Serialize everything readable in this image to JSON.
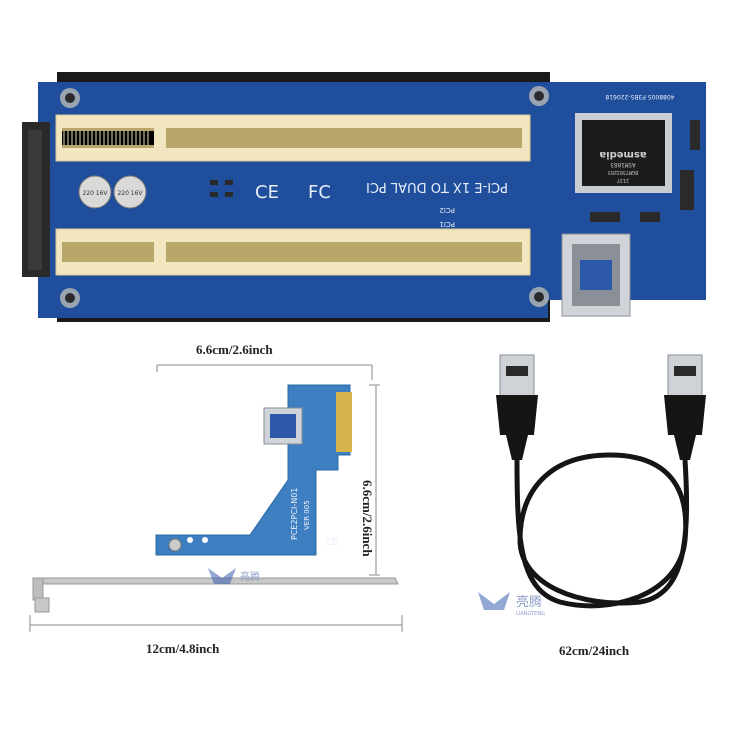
{
  "board": {
    "title_silk": "PCI-E 1X TO DUAL PCI",
    "chip_brand": "asmedia",
    "chip_model": "ASM1083",
    "chip_code": "BGM7303283",
    "chip_batch": "2137",
    "cap1": "220 16V",
    "cap2": "220 16V",
    "top_code": "4088005 P3B5-220618",
    "slot1_label": "PCI2",
    "slot2_label": "PCI1"
  },
  "riser": {
    "code": "PCE2PCI-N01",
    "ver": "VER 005"
  },
  "dimensions": {
    "riser_width": "6.6cm/2.6inch",
    "riser_height": "6.6cm/2.6inch",
    "bracket_length": "12cm/4.8inch",
    "cable_length": "62cm/24inch"
  },
  "watermark": {
    "brand_cn": "亮腾",
    "brand_en": "LIANGTENG"
  },
  "colors": {
    "pcb": "#1f4f9c",
    "slot": "#f1e6bf",
    "bracket": "#c8c8c8",
    "cable": "#151515"
  }
}
